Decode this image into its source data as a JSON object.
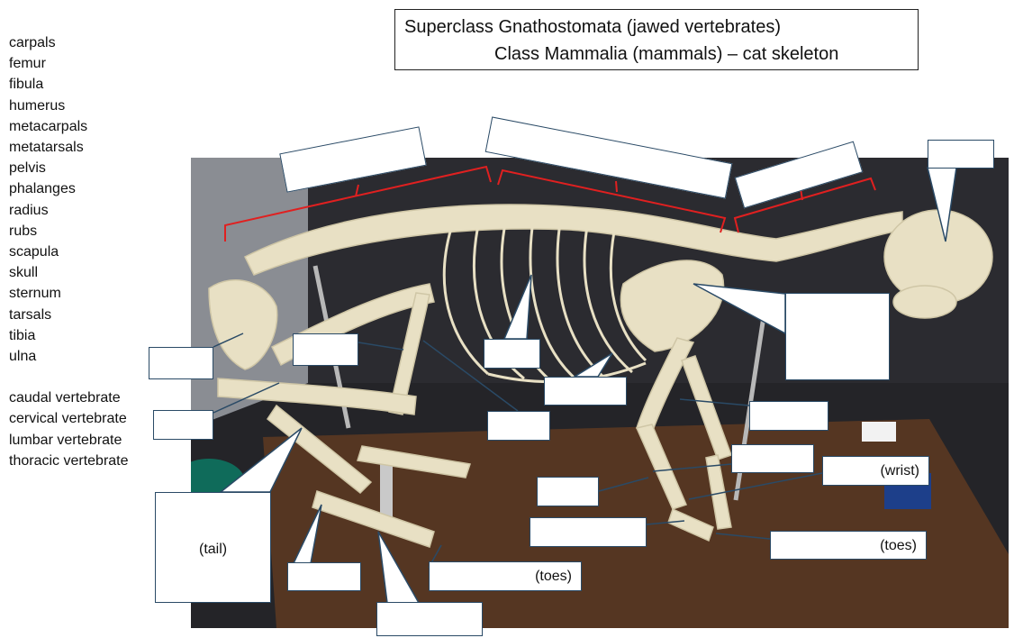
{
  "title": {
    "line1": "Superclass Gnathostomata (jawed vertebrates)",
    "line2": "Class Mammalia (mammals) – cat skeleton"
  },
  "word_bank": {
    "bones": [
      "carpals",
      "femur",
      "fibula",
      "humerus",
      "metacarpals",
      "metatarsals",
      "pelvis",
      "phalanges",
      "radius",
      "rubs",
      "scapula",
      "skull",
      "sternum",
      "tarsals",
      "tibia",
      "ulna"
    ],
    "vertebrae": [
      "caudal vertebrate",
      "cervical vertebrate",
      "lumbar vertebrate",
      "thoracic vertebrate"
    ]
  },
  "box_annotations": {
    "tail": "(tail)",
    "toes_hind": "(toes)",
    "toes_front": "(toes)",
    "wrist": "(wrist)"
  },
  "colors": {
    "bracket": "#e02020",
    "leader": "#2a4a66",
    "table_top": "#2a2a2e",
    "board": "#5a3a24",
    "bone": "#e8e0c4"
  }
}
